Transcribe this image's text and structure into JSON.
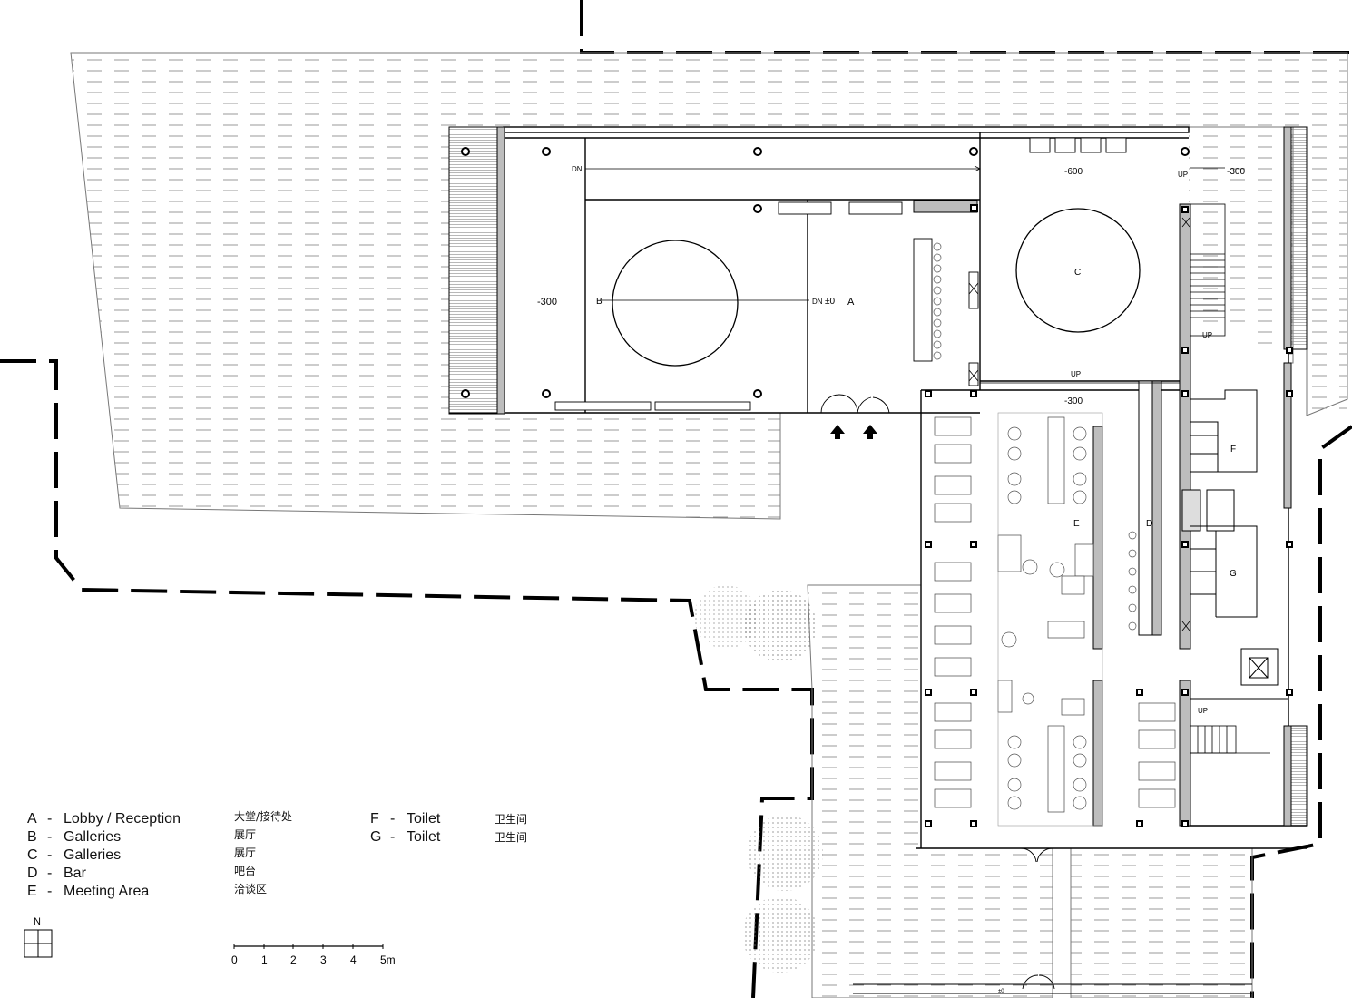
{
  "plan_labels": {
    "dn_upper": "DN",
    "lvl_minus300_left": "-300",
    "gallery_b": "B",
    "dn_mid": "DN",
    "lvl_zero": "±0",
    "lobby_a": "A",
    "lvl_minus600": "-600",
    "gallery_c": "C",
    "up_top_right": "UP",
    "lvl_minus300_right": "-300",
    "up_stair": "UP",
    "up_corridor": "UP",
    "lvl_minus300_meeting": "-300",
    "toilet_f": "F",
    "bar_d": "D",
    "meeting_e": "E",
    "toilet_g": "G",
    "up_lower": "UP",
    "lvl_zero_bottom": "±0"
  },
  "legend": {
    "left": [
      {
        "key": "A",
        "label": "Lobby / Reception"
      },
      {
        "key": "B",
        "label": "Galleries"
      },
      {
        "key": "C",
        "label": "Galleries"
      },
      {
        "key": "D",
        "label": "Bar"
      },
      {
        "key": "E",
        "label": "Meeting Area"
      }
    ],
    "left_cn": [
      "大堂/接待处",
      "展厅",
      "展厅",
      "吧台",
      "洽谈区"
    ],
    "right": [
      {
        "key": "F",
        "label": "Toilet"
      },
      {
        "key": "G",
        "label": "Toilet"
      }
    ],
    "right_cn": [
      "卫生间",
      "卫生间"
    ],
    "dash": "-"
  },
  "north": {
    "label": "N"
  },
  "scale_bar": {
    "ticks": [
      "0",
      "1",
      "2",
      "3",
      "4",
      "5m"
    ]
  }
}
